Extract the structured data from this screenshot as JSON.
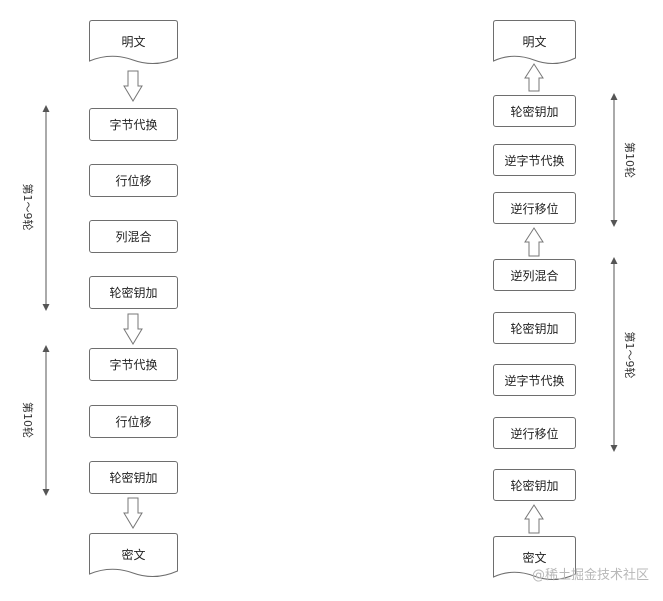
{
  "left": {
    "input": "明文",
    "rounds_1_9": [
      "字节代换",
      "行位移",
      "列混合",
      "轮密钥加"
    ],
    "round_10": [
      "字节代换",
      "行位移",
      "轮密钥加"
    ],
    "output": "密文",
    "label_rounds_1_9": "第1～9轮",
    "label_round_10": "第10轮"
  },
  "right": {
    "output": "明文",
    "round_10": [
      "轮密钥加",
      "逆字节代换",
      "逆行移位"
    ],
    "rounds_1_9": [
      "逆列混合",
      "轮密钥加",
      "逆字节代换",
      "逆行移位"
    ],
    "initial": "轮密钥加",
    "input": "密文",
    "label_round_10": "第10轮",
    "label_rounds_1_9": "第1～9轮"
  },
  "watermark": "@稀土掘金技术社区"
}
